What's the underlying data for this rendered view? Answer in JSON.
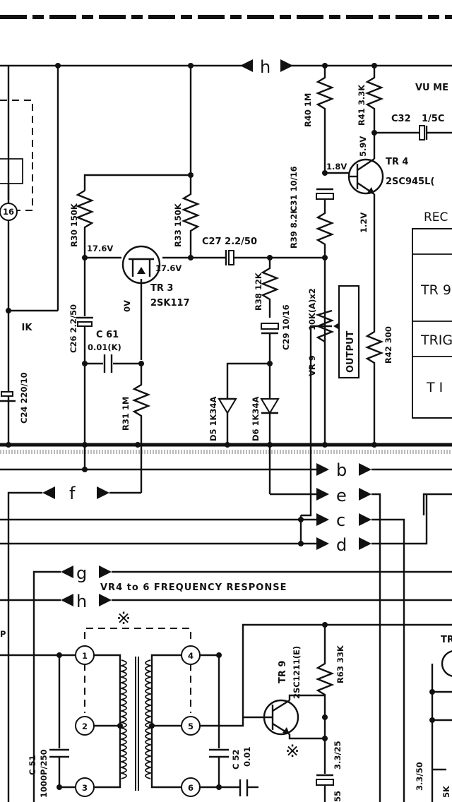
{
  "labels": {
    "vu_meter": "VU ME",
    "c32": "C32",
    "c32_val": "1/5C",
    "tr4": "TR 4",
    "tr4_type": "2SC945L(",
    "r40": "R40 1M",
    "r41": "R41 3.3K",
    "v59": "5.9V",
    "v18": "1.8V",
    "v12": "1.2V",
    "c31": "C31 10/16",
    "r39": "R39 8.2K",
    "c27": "C27 2.2/50",
    "r33": "R33 150K",
    "r30": "R30 150K",
    "v176a": "17.6V",
    "v176b": "17.6V",
    "tr3": "TR 3",
    "tr3_type": "2SK117",
    "v0": "0V",
    "c26": "C26 2.2/50",
    "c61": "C 61",
    "c61_val": "0.01(K)",
    "r31": "R31 1M",
    "r38": "R38 12K",
    "c29": "C29 10/16",
    "vr9": "VR 9",
    "vr9_val": "10K(A)x2",
    "output": "OUTPUT",
    "r42": "R42 300",
    "d5": "D5 1K34A",
    "d6": "D6 1K34A",
    "ik": "IK",
    "c24": "C24 220/10",
    "n16": "16",
    "rec": "REC",
    "tr9_box": "TR 9",
    "trig": "TRIG",
    "ti": "T I",
    "bus_h": "h",
    "bus_b": "b",
    "bus_f": "f",
    "bus_e": "e",
    "bus_c": "c",
    "bus_d": "d",
    "bus_g": "g",
    "bus_h2": "h",
    "freq_resp": "VR4 to 6  FREQUENCY  RESPONSE",
    "star1": "※",
    "star2": "※",
    "tr9": "TR 9",
    "tr9_type": "2SC1211(E)",
    "r63": "R63 33K",
    "c51": "C 51",
    "c51_val": "1000P/250",
    "c52": "C 52",
    "c52_val": "0.01",
    "c_33_25": "3.3/25",
    "c_33_50": "3.3/50",
    "n1": "1",
    "n2": "2",
    "n3": "3",
    "n4": "4",
    "n5": "5",
    "n6": "6",
    "tr_right": "TR",
    "frag_55": "55",
    "frag_5k": "5K",
    "frag_p": "P"
  }
}
